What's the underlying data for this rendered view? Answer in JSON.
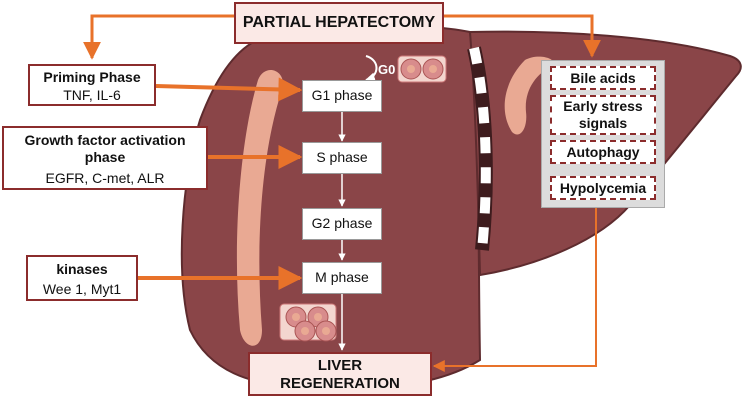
{
  "title": "PARTIAL HEPATECTOMY",
  "left_boxes": [
    {
      "heading": "Priming Phase",
      "detail": "TNF, IL-6"
    },
    {
      "heading": "Growth factor activation phase",
      "detail": "EGFR, C-met, ALR"
    },
    {
      "heading": "kinases",
      "detail": "Wee 1, Myt1"
    }
  ],
  "g0_label": "G0",
  "phases": [
    "G1 phase",
    "S phase",
    "G2 phase",
    "M phase"
  ],
  "signals": [
    "Bile acids",
    "Early stress signals",
    "Autophagy",
    "Hypolycemia"
  ],
  "outcome": "LIVER REGENERATION",
  "colors": {
    "liver": "#8a4548",
    "liver_dark": "#5e2b2e",
    "highlight": "#e9a993",
    "arrow": "#e8722a",
    "border": "#8b2c2c",
    "cell": "#d88c8c"
  }
}
